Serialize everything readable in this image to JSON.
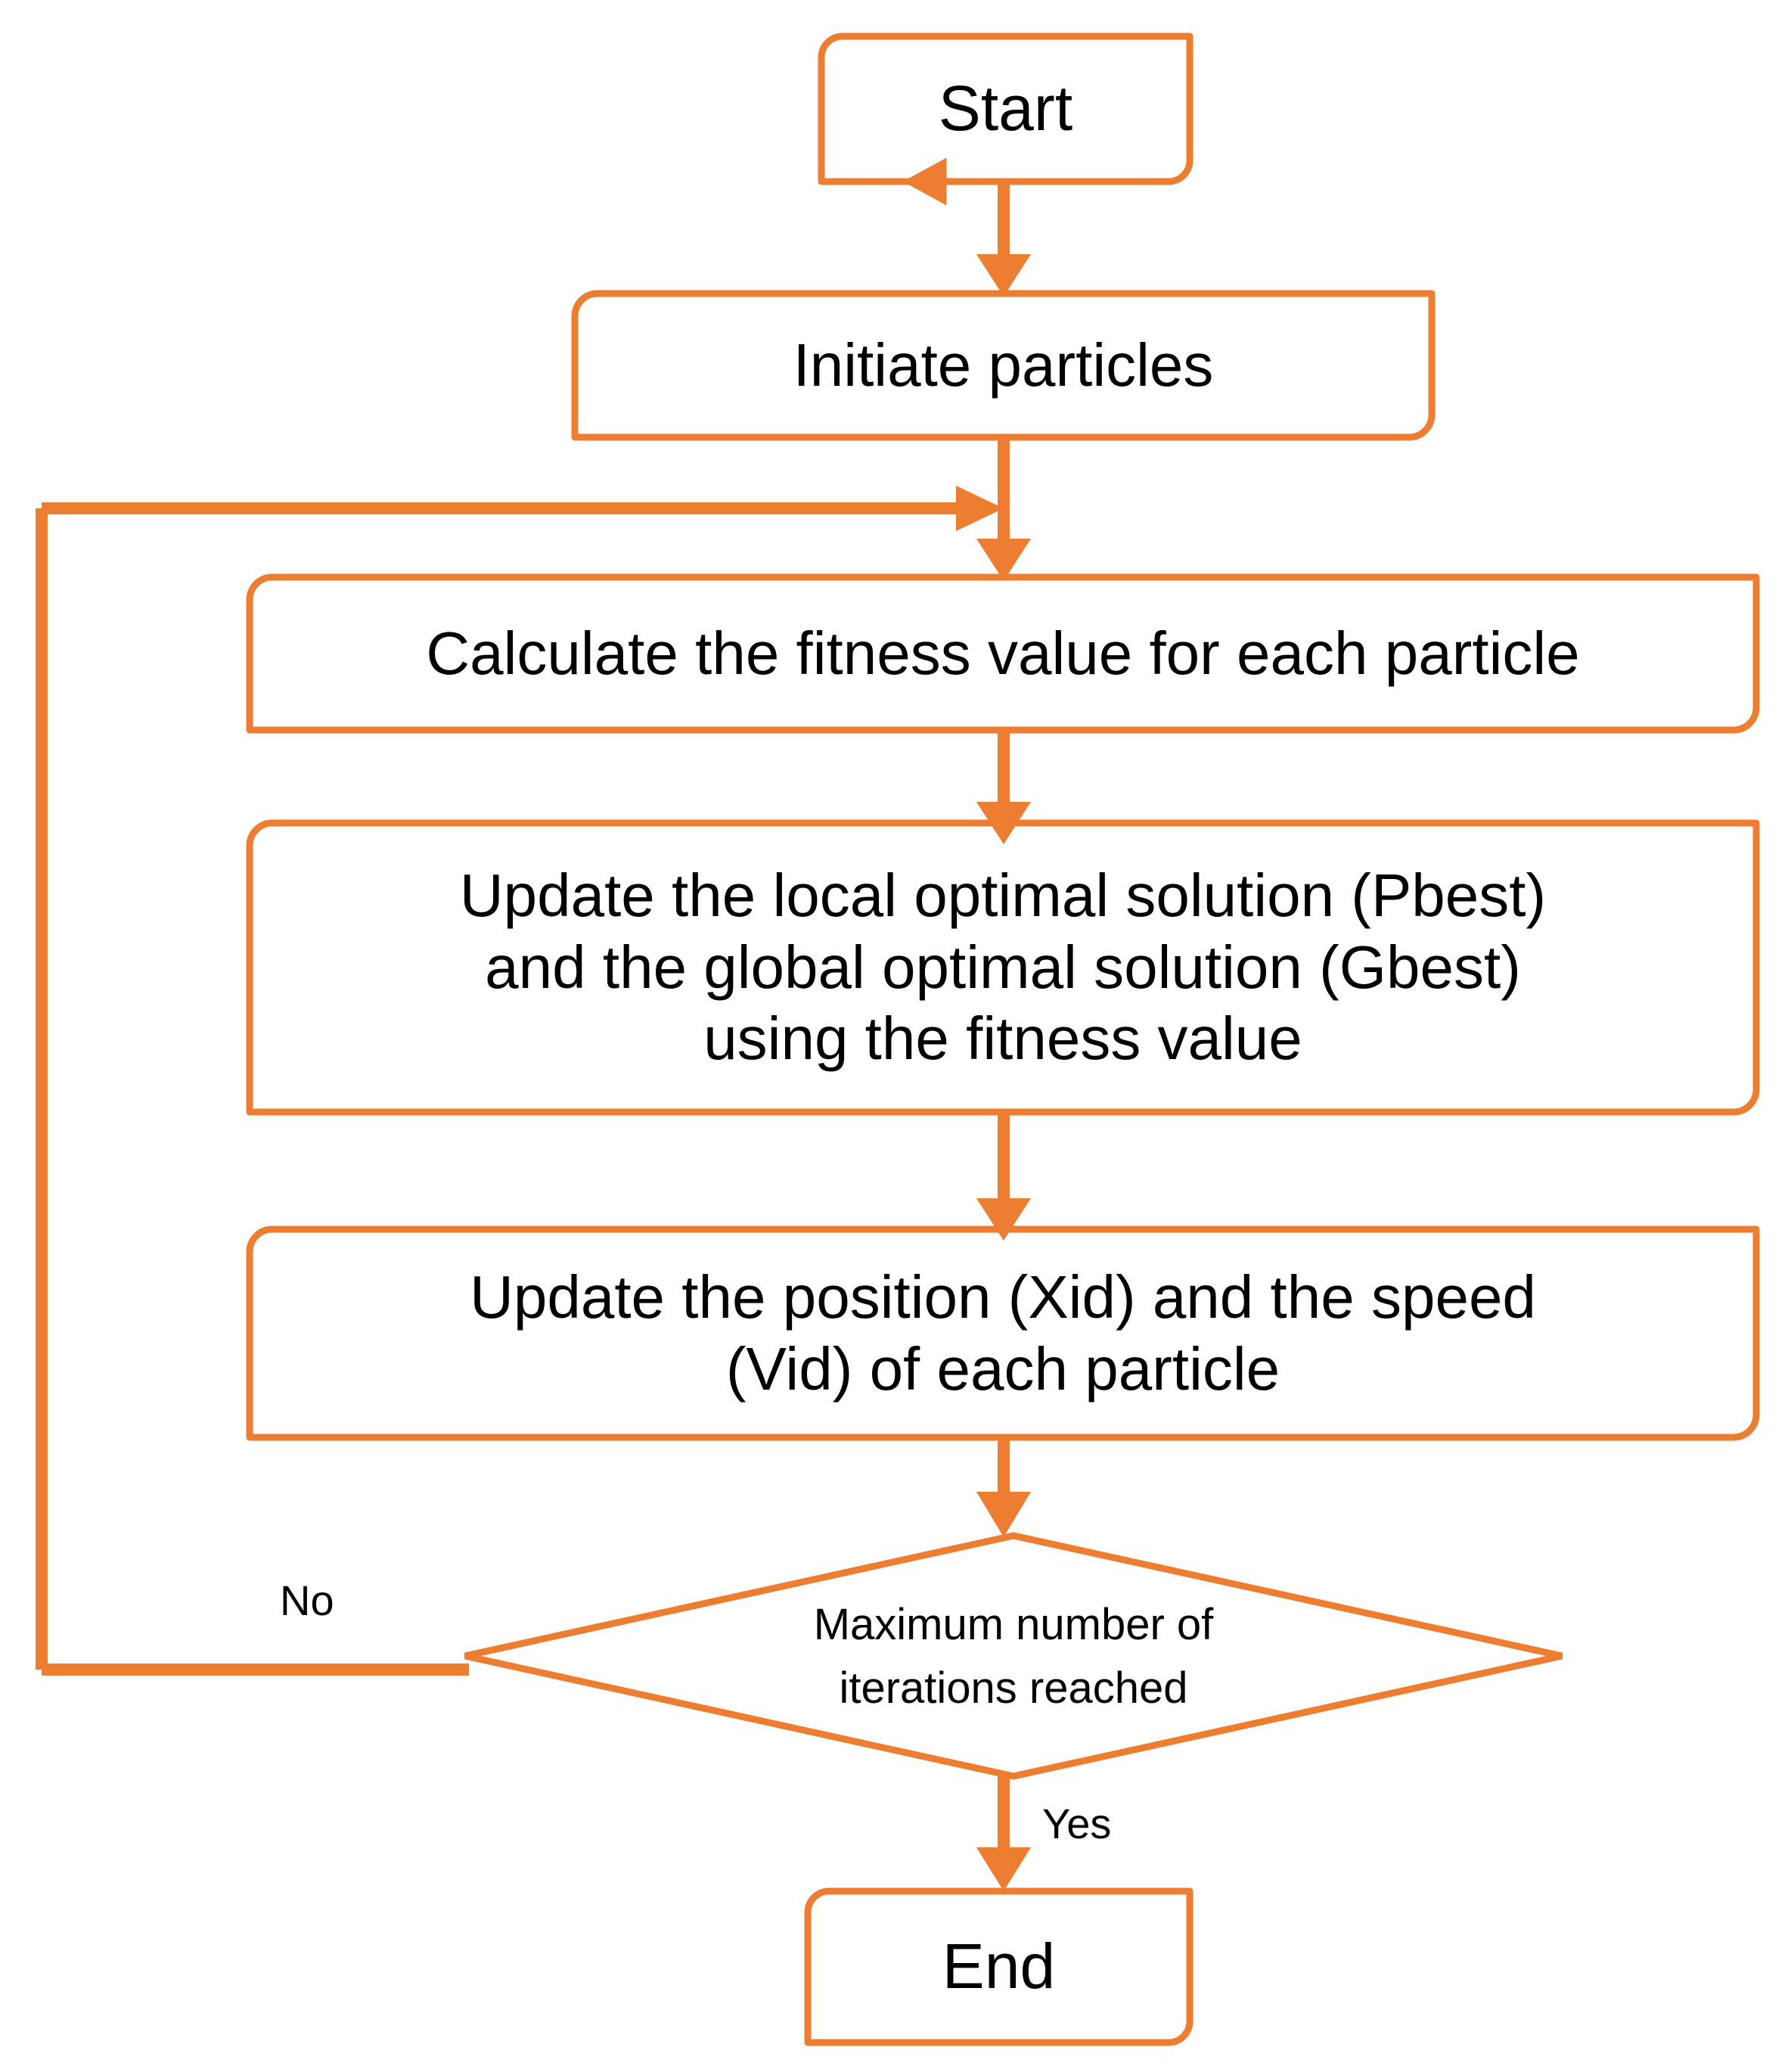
{
  "diagram": {
    "title": "Particle Swarm Optimization flowchart",
    "accent_color": "#ED7D31",
    "text_color": "#000000",
    "background_color": "#FFFFFF",
    "nodes": [
      {
        "id": "start",
        "type": "terminator",
        "label": "Start"
      },
      {
        "id": "initiate",
        "type": "process",
        "label": "Initiate particles"
      },
      {
        "id": "calculate",
        "type": "process",
        "label": "Calculate the fitness value for each particle"
      },
      {
        "id": "update_best",
        "type": "process",
        "label": "Update the local optimal solution (Pbest)\nand the global optimal solution (Gbest)\nusing the fitness value"
      },
      {
        "id": "update_pos",
        "type": "process",
        "label": "Update the position (Xid) and the speed\n(Vid) of each particle"
      },
      {
        "id": "decision",
        "type": "decision",
        "label": "Maximum number of\niterations reached"
      },
      {
        "id": "end",
        "type": "terminator",
        "label": "End"
      }
    ],
    "edges": [
      {
        "id": "e1",
        "from": "start",
        "to": "initiate",
        "label": ""
      },
      {
        "id": "e2",
        "from": "initiate",
        "to": "calculate",
        "label": ""
      },
      {
        "id": "e3",
        "from": "calculate",
        "to": "update_best",
        "label": ""
      },
      {
        "id": "e4",
        "from": "update_best",
        "to": "update_pos",
        "label": ""
      },
      {
        "id": "e5",
        "from": "update_pos",
        "to": "decision",
        "label": ""
      },
      {
        "id": "e6",
        "from": "decision",
        "to": "calculate",
        "label": "No"
      },
      {
        "id": "e7",
        "from": "decision",
        "to": "end",
        "label": "Yes"
      }
    ],
    "edge_labels": {
      "no": "No",
      "yes": "Yes"
    }
  }
}
